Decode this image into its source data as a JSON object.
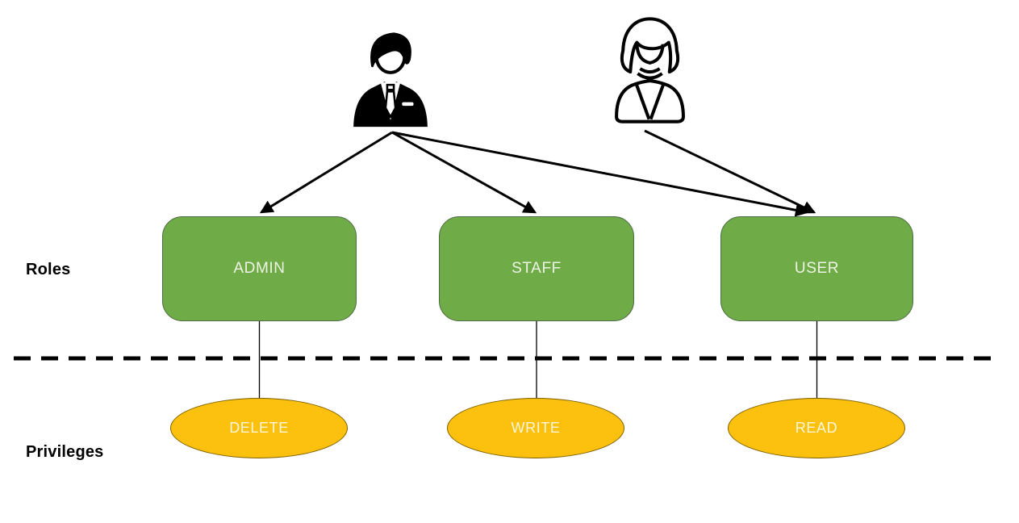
{
  "labels": {
    "roles": "Roles",
    "privileges": "Privileges"
  },
  "actors": [
    {
      "id": "businessman",
      "icon": "businessman-icon",
      "connects_to": [
        "ADMIN",
        "STAFF",
        "USER"
      ]
    },
    {
      "id": "businesswoman",
      "icon": "businesswoman-icon",
      "connects_to": [
        "USER"
      ]
    }
  ],
  "roles": [
    {
      "label": "ADMIN"
    },
    {
      "label": "STAFF"
    },
    {
      "label": "USER"
    }
  ],
  "privileges": [
    {
      "label": "DELETE"
    },
    {
      "label": "WRITE"
    },
    {
      "label": "READ"
    }
  ],
  "colors": {
    "role_fill": "#6fac47",
    "role_border": "#4e6b44",
    "role_text": "#eef3e6",
    "privilege_fill": "#fcc10e",
    "privilege_border": "#7f6000",
    "privilege_text": "#fdf6dc",
    "line": "#000000",
    "label_text": "#000000",
    "background": "#ffffff"
  }
}
